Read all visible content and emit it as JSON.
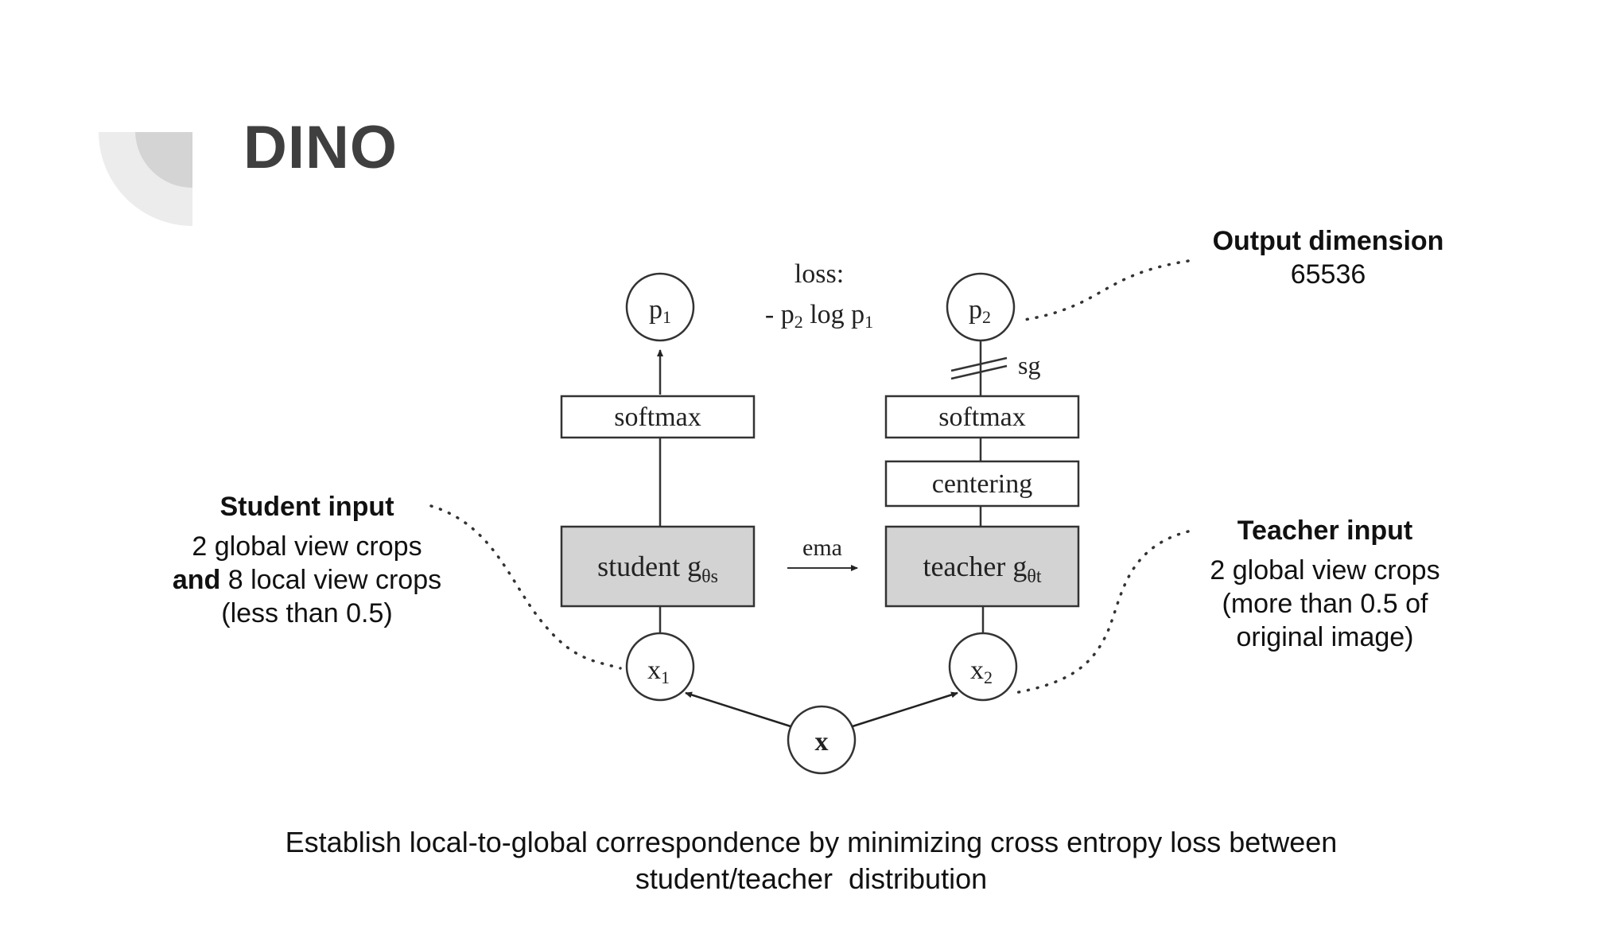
{
  "title": "DINO",
  "diagram": {
    "loss_label": "loss:",
    "loss_formula": {
      "minus": "-",
      "p2": "p",
      "p2_sub": "2",
      "log": "log",
      "p1": "p",
      "p1_sub": "1"
    },
    "student_branch": {
      "output_node": "p",
      "output_sub": "1",
      "softmax": "softmax",
      "network": "student g",
      "network_sub": "θs",
      "input_node": "x",
      "input_sub": "1"
    },
    "teacher_branch": {
      "output_node": "p",
      "output_sub": "2",
      "stop_grad": "sg",
      "softmax": "softmax",
      "centering": "centering",
      "network": "teacher g",
      "network_sub": "θt",
      "input_node": "x",
      "input_sub": "2"
    },
    "ema_label": "ema",
    "source_node": "x"
  },
  "annotations": {
    "output": {
      "heading": "Output dimension",
      "value": "65536"
    },
    "student": {
      "heading": "Student input",
      "line1": "2 global view crops",
      "line2_bold": "and",
      "line2_rest": " 8 local view crops",
      "line3": "(less than 0.5)"
    },
    "teacher": {
      "heading": "Teacher input",
      "line1": "2 global view crops",
      "line2": "(more than 0.5 of",
      "line3": "original image)"
    }
  },
  "caption": {
    "line1": "Establish local-to-global correspondence by minimizing cross entropy loss between",
    "line2": "student/teacher  distribution"
  },
  "colors": {
    "network_fill": "#d3d3d3",
    "stroke": "#333333",
    "title": "#3f3f3f",
    "deco_outer": "#ececec",
    "deco_inner": "#d4d4d4"
  }
}
